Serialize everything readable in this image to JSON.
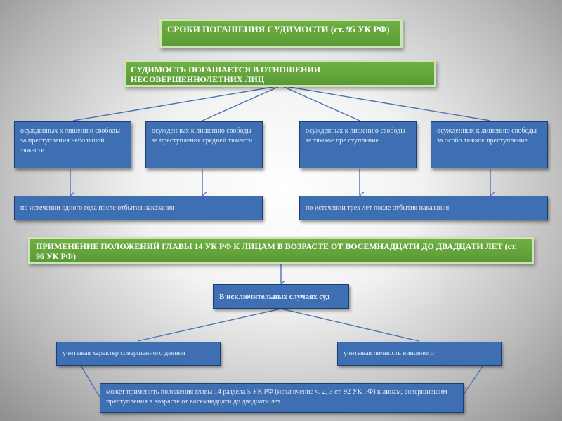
{
  "title": "СРОКИ ПОГАШЕНИЯ СУДИМОСТИ (ст. 95 УК РФ)",
  "section1": {
    "header": "СУДИМОСТЬ ПОГАШАЕТСЯ В ОТНОШЕНИИ НЕСОВЕРШЕННОЛЕТНИХ ЛИЦ",
    "categories": [
      "осужденных к лишению свободы за преступления небольшой тяжести",
      "осужденных к лишению свободы за преступления средней тяжести",
      "осужденных к лишению свободы за тяжкое пре ступление",
      "осужденных к лишению свободы за особо тяжкое преступление"
    ],
    "outcomes": [
      "по истечении одного года после отбытия наказания",
      "по истечении трех лет после отбытия наказания"
    ]
  },
  "section2": {
    "header": "ПРИМЕНЕНИЕ ПОЛОЖЕНИЙ ГЛАВЫ 14 УК РФ К ЛИЦАМ В ВОЗРАСТЕ ОТ ВОСЕМНАДЦАТИ ДО ДВАДЦАТИ ЛЕТ (ст. 96 УК РФ)",
    "court": "В исключительных случаях суд",
    "factors": [
      "учитывая характер совершенного деяния",
      "учитывая личность виновного"
    ],
    "result": "может применить положения главы 14 раздела 5 УК РФ (исключение ч. 2, 3 ст. 92 УК РФ) к лицам, совершившим преступления в возрасте от восемнадцати до двадцати лет"
  },
  "colors": {
    "green_box": "#5a9a34",
    "blue_box": "#3d6fb2",
    "connector": "#4a74b4"
  }
}
